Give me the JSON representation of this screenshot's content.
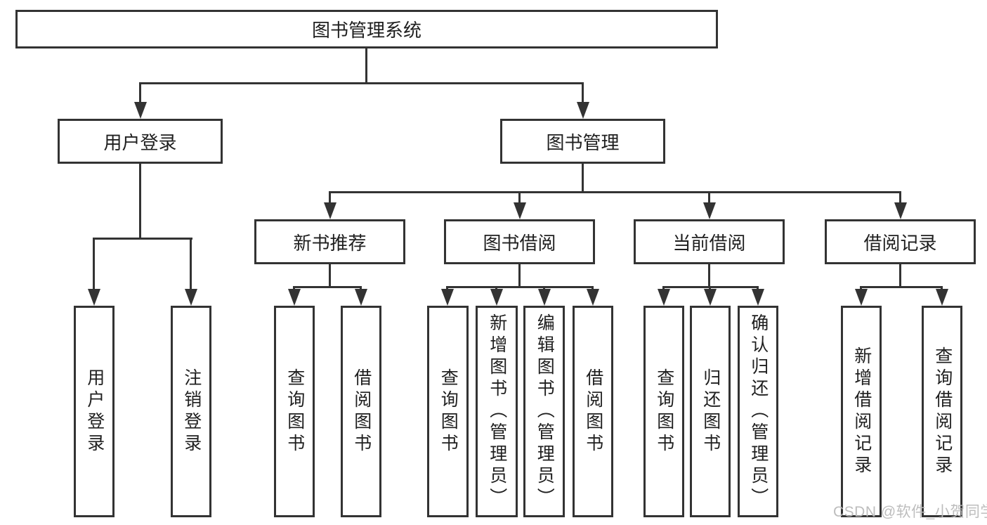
{
  "diagram": {
    "title": "图书管理系统",
    "tree": {
      "root": {
        "label": "图书管理系统"
      },
      "level2": [
        {
          "label": "用户登录",
          "children": [
            {
              "label": "用户登录"
            },
            {
              "label": "注销登录"
            }
          ]
        },
        {
          "label": "图书管理",
          "children": [
            {
              "label": "新书推荐",
              "children": [
                {
                  "label": "查询图书"
                },
                {
                  "label": "借阅图书"
                }
              ]
            },
            {
              "label": "图书借阅",
              "children": [
                {
                  "label": "查询图书"
                },
                {
                  "label": "新增图书（管理员）"
                },
                {
                  "label": "编辑图书（管理员）"
                },
                {
                  "label": "借阅图书"
                }
              ]
            },
            {
              "label": "当前借阅",
              "children": [
                {
                  "label": "查询图书"
                },
                {
                  "label": "归还图书"
                },
                {
                  "label": "确认归还（管理员）"
                }
              ]
            },
            {
              "label": "借阅记录",
              "children": [
                {
                  "label": "新增借阅记录"
                },
                {
                  "label": "查询借阅记录"
                }
              ]
            }
          ]
        }
      ]
    },
    "watermark": {
      "text": "CSDN @软件_小贺同学"
    },
    "colors": {
      "line": "#333333",
      "text": "#1f1f1f",
      "background": "#ffffff",
      "watermark": "#b9b9b9"
    }
  }
}
